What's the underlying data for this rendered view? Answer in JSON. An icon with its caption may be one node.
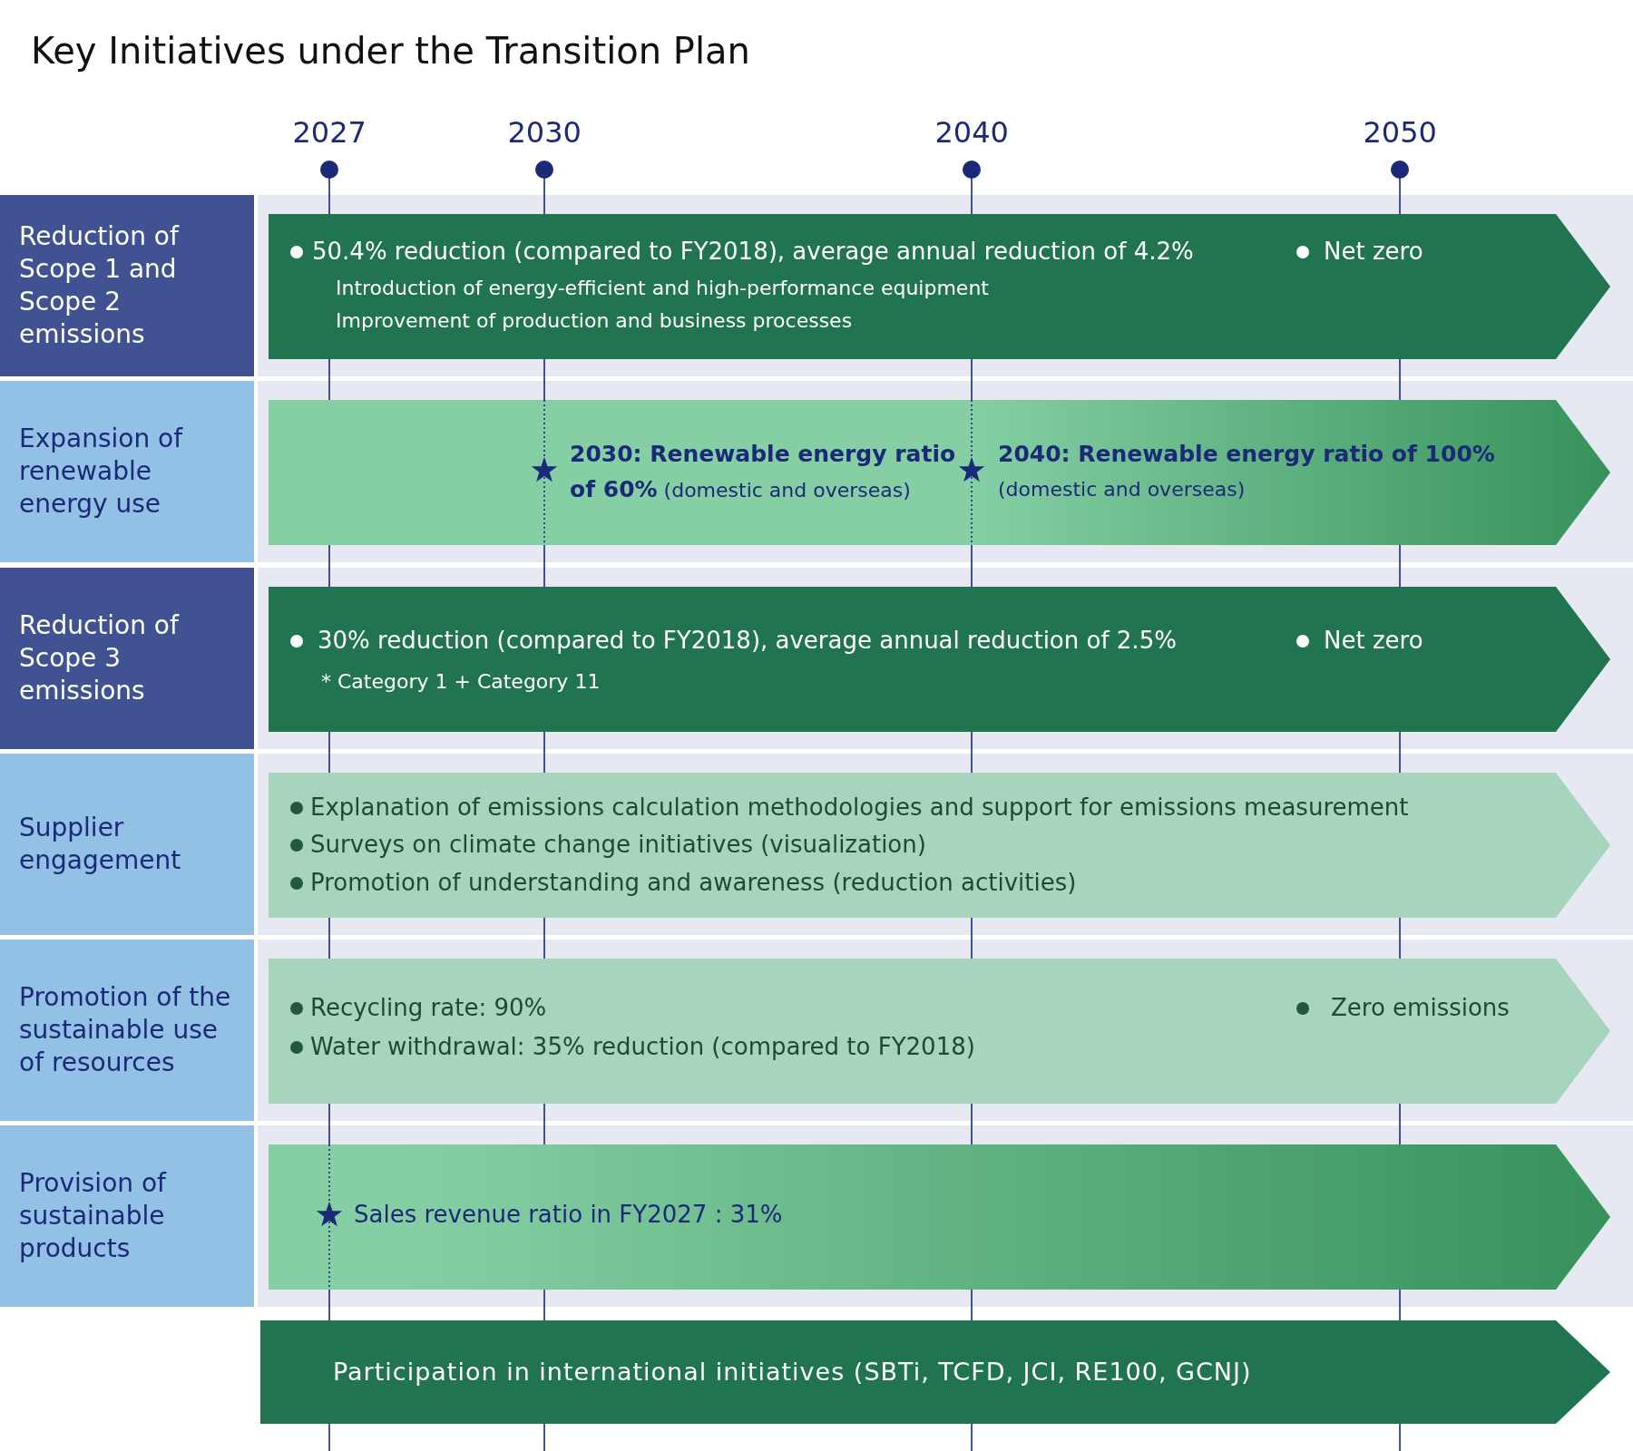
{
  "diagram": {
    "title": "Key Initiatives under the Transition Plan",
    "nodes": [
      {
        "text": [
          "Reduction of Scope 1 and Scope 2 emissions"
        ]
      },
      {
        "text": [
          "50.4% reduction (compared to FY2018), average annual reduction of 4.2%",
          "Net zero",
          "Introduction of energy-efficient and high-performance equipment",
          "Improvement of production and business processes"
        ]
      },
      {
        "text": [
          "Expansion of renewable energy use"
        ]
      },
      {
        "text": [
          "**2030: Renewable energy ratio of 60%** (domestic and overseas)",
          "**2040: Renewable energy ratio of 100%** (domestic and overseas)"
        ]
      },
      {
        "text": [
          "Reduction of Scope 3 emissions"
        ]
      },
      {
        "text": [
          "30% reduction (compared to FY2018), average annual reduction of 2.5%",
          "Net zero",
          "* Category 1 + Category 11"
        ]
      },
      {
        "text": [
          "Supplier engagement"
        ]
      },
      {
        "text": [
          "Explanation of emissions calculation methodologies and support for emissions measurement",
          "Surveys on climate change initiatives (visualization)",
          "Promotion of understanding and awareness (reduction activities)"
        ]
      },
      {
        "text": [
          "Promotion of the sustainable use of resources"
        ]
      },
      {
        "text": [
          "Recycling rate: 90%",
          "Zero emissions",
          "Water withdrawal: 35% reduction (compared to FY2018)"
        ]
      },
      {
        "text": [
          "Provision of sustainable products"
        ]
      },
      {
        "text": [
          "Sales revenue ratio in FY2027 : 31%"
        ]
      },
      {
        "text": [
          "Participation in international initiatives (SBTi, TCFD, JCI, RE100, GCNJ)"
        ]
      }
    ],
    "labels": [
      "2027",
      "2030",
      "2040",
      "2050"
    ]
  }
}
